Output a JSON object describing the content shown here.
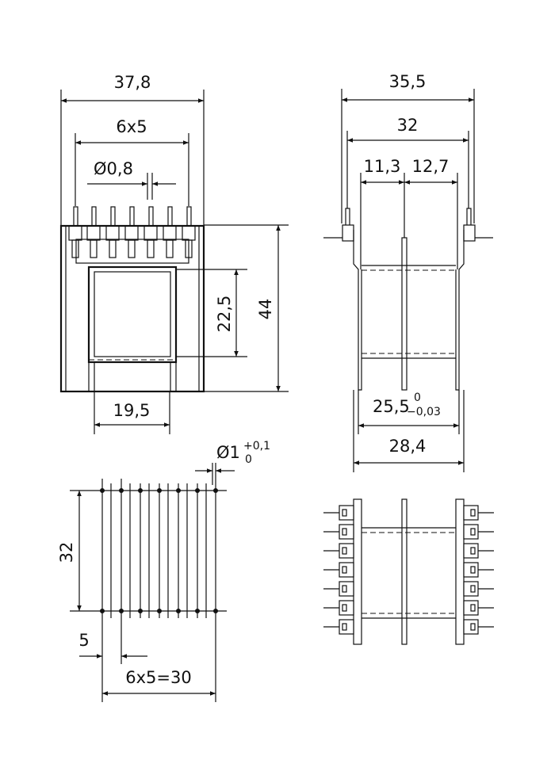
{
  "front_view": {
    "overall_width": "37,8",
    "pin_pitch": "6x5",
    "pin_diameter": "Ø0,8",
    "window_height": "22,5",
    "overall_height": "44",
    "window_width": "19,5"
  },
  "side_view": {
    "overall_width": "35,5",
    "pin_span": "32",
    "half_left": "11,3",
    "half_right": "12,7",
    "inner_length": "25,5",
    "inner_tol_upper": "0",
    "inner_tol_lower": "−0,03",
    "flange_span": "28,4"
  },
  "footprint": {
    "hole_dia": "Ø1",
    "hole_tol_upper": "+0,1",
    "hole_tol_lower": "0",
    "row_spacing": "32",
    "offset": "5",
    "pitch_total": "6x5=30"
  }
}
